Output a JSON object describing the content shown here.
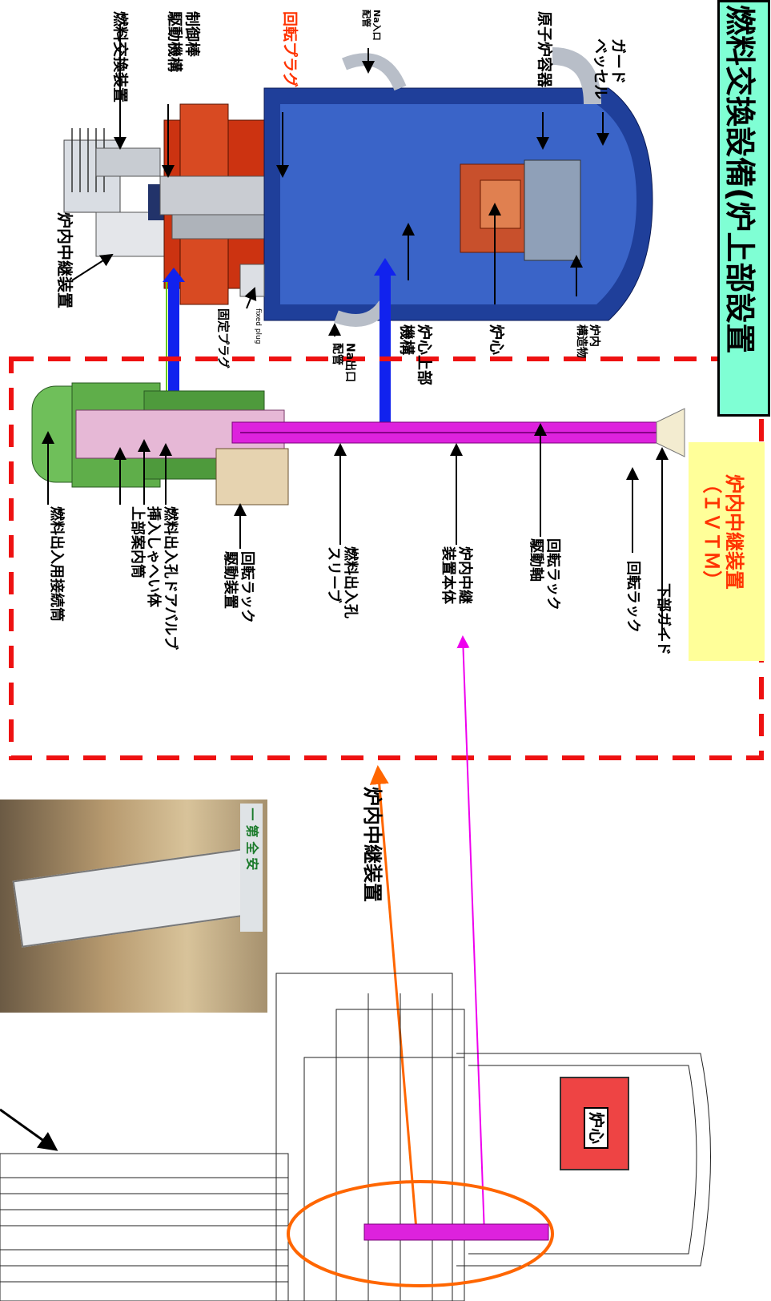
{
  "title": "燃料交換設備(炉上部設置",
  "ivtm": {
    "line1": "炉内中継装置",
    "line2": "（ＩＶＴＭ）"
  },
  "left_caption": "炉内中継装置",
  "labels": {
    "fuel_handling_machine": "燃料交換装置",
    "control_rod_drive": [
      "制御棒",
      "駆動機構"
    ],
    "rotating_plug": "回転プラグ",
    "na_inlet": [
      "Na入口",
      "配管"
    ],
    "reactor_vessel": "原子炉容器",
    "guard_vessel": [
      "ガード",
      "ベッセル"
    ],
    "ivtm_top": "炉内中継装置",
    "fixed_plug": "固定プラグ",
    "fixed_plug_en": "fixed plug",
    "na_outlet": [
      "Na出口",
      "配管"
    ],
    "upper_core_structure": [
      "炉心上部",
      "機構"
    ],
    "core": "炉心",
    "internal_structure": [
      "炉内",
      "構造物"
    ],
    "fuel_connection_tube": "燃料出入用接続筒",
    "door_valve": [
      "燃料出入孔ドアバルブ",
      "挿入しゃへい体",
      "上部案内筒"
    ],
    "rotating_rack_drive_device": [
      "回転ラック",
      "駆動装置"
    ],
    "fuel_sleeve": [
      "燃料出入孔",
      "スリーブ"
    ],
    "ivtm_body": [
      "炉内中継",
      "装置本体"
    ],
    "rack_drive_shaft": [
      "回転ラック",
      "駆動軸"
    ],
    "rotating_rack": "回転ラック",
    "lower_guide": "下部ガイド",
    "drawing_core": "炉心"
  },
  "photo_signs": [
    "安",
    "全",
    "第",
    "一"
  ],
  "colors": {
    "title_bg": "#7fffd4",
    "ivtm_bg": "#ffff99",
    "ivtm_text": "#ff3300",
    "rotating_plug_text": "#ff3300",
    "dashed_box": "#ee1111",
    "magenta": "#ee00ee",
    "orange": "#ff6600",
    "blue_arrow": "#1122ee",
    "core_red": "#ee4444"
  }
}
